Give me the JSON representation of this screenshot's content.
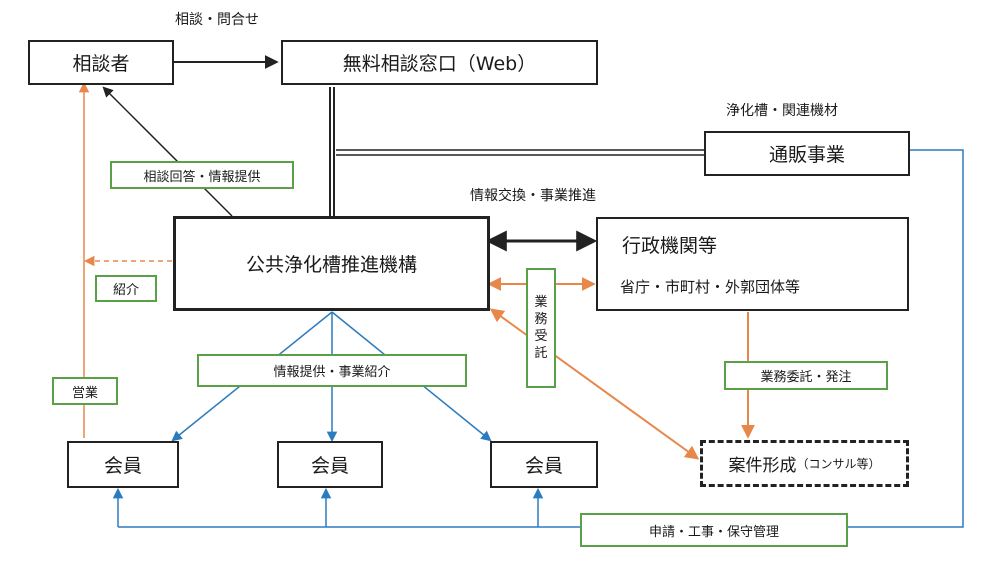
{
  "labels": {
    "consult_inquiry": "相談・問合せ",
    "jokaso_materials": "浄化槽・関連機材",
    "info_exchange": "情報交換・事業推進"
  },
  "nodes": {
    "consultant": "相談者",
    "web_window": "無料相談窓口（Web）",
    "mail_order": "通販事業",
    "center": "公共浄化槽推進機構",
    "gov_title": "行政機関等",
    "gov_sub": "省庁・市町村・外郭団体等",
    "member_1": "会員",
    "member_2": "会員",
    "member_3": "会員",
    "project_main": "案件形成",
    "project_paren": "（コンサル等）"
  },
  "tags": {
    "answer_info": "相談回答・情報提供",
    "introduce": "紹介",
    "sales": "営業",
    "info_business": "情報提供・事業紹介",
    "outsourced": [
      "業",
      "務",
      "受",
      "託"
    ],
    "commission": "業務委託・発注",
    "application": "申請・工事・保守管理"
  },
  "colors": {
    "black_line": "#222222",
    "orange_line": "#e8874a",
    "blue_line": "#2b7bbf",
    "green_border": "#5aa046"
  }
}
